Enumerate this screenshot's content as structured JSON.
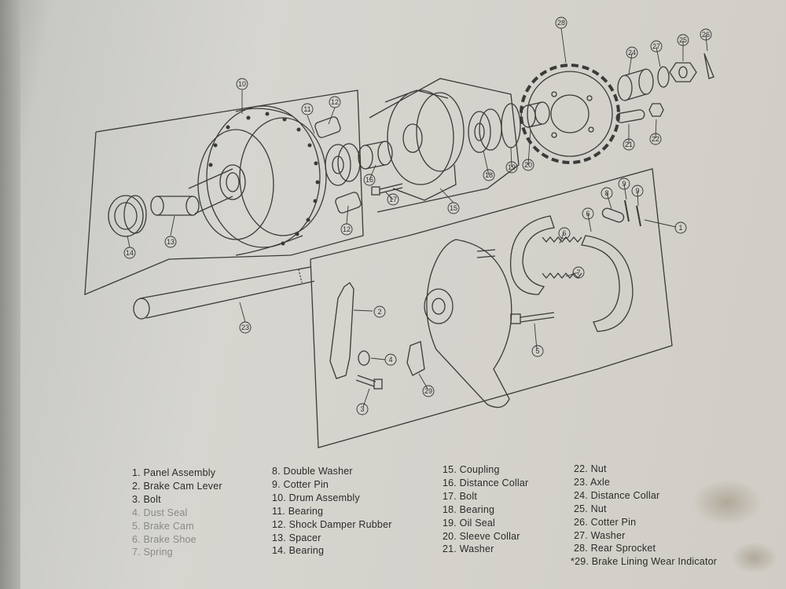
{
  "legend": {
    "col1": [
      "1. Panel Assembly",
      "2. Brake Cam Lever",
      "3. Bolt",
      "4. Dust Seal",
      "5. Brake Cam",
      "6. Brake Shoe",
      "7. Spring"
    ],
    "col2": [
      "8. Double Washer",
      "9. Cotter Pin",
      "10. Drum Assembly",
      "11. Bearing",
      "12. Shock Damper Rubber",
      "13. Spacer",
      "14. Bearing"
    ],
    "col3": [
      "15. Coupling",
      "16. Distance Collar",
      "17. Bolt",
      "18. Bearing",
      "19. Oil Seal",
      "20. Sleeve Collar",
      "21. Washer"
    ],
    "col4": [
      "22. Nut",
      "23. Axle",
      "24. Distance Collar",
      "25. Nut",
      "26. Cotter Pin",
      "27. Washer",
      "28. Rear Sprocket",
      "*29. Brake Lining Wear Indicator"
    ]
  },
  "callouts": {
    "c1": "1",
    "c2": "2",
    "c3": "3",
    "c4": "4",
    "c5": "5",
    "c6a": "6",
    "c6b": "6",
    "c7a": "7",
    "c8": "8",
    "c9a": "9",
    "c9b": "9",
    "c10": "10",
    "c11": "11",
    "c12a": "12",
    "c12b": "12",
    "c13": "13",
    "c14": "14",
    "c15": "15",
    "c16": "16",
    "c17": "17",
    "c18": "18",
    "c19": "19",
    "c20": "20",
    "c21": "21",
    "c22": "22",
    "c23": "23",
    "c24": "24",
    "c25": "25",
    "c26": "26",
    "c27": "27",
    "c28": "28",
    "c29": "29"
  }
}
